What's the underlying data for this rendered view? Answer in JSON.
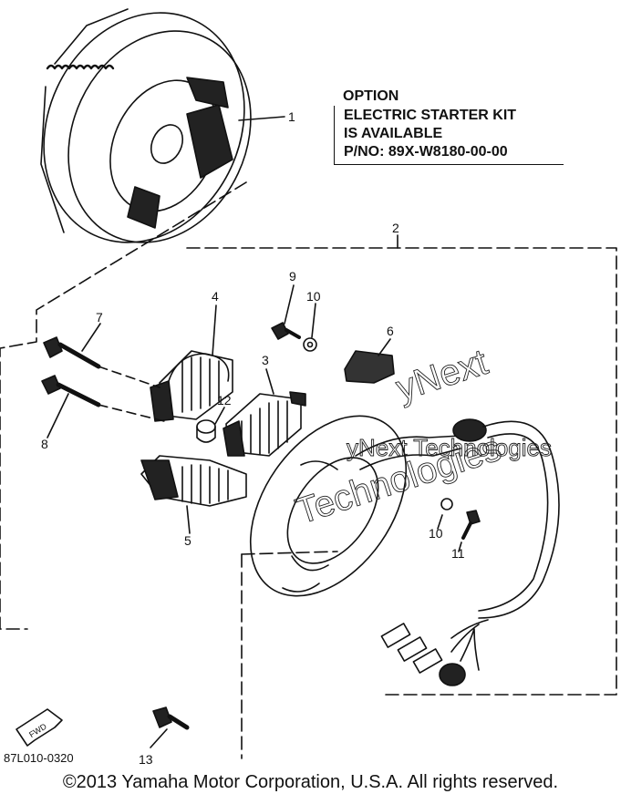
{
  "option_note": {
    "title": "OPTION",
    "lines": [
      "ELECTRIC STARTER KIT",
      "IS AVAILABLE",
      "P/NO: 89X-W8180-00-00"
    ]
  },
  "callouts": [
    "1",
    "2",
    "3",
    "4",
    "5",
    "6",
    "7",
    "8",
    "9",
    "10",
    "10",
    "11",
    "12",
    "13"
  ],
  "fwd_label": "FWD",
  "drawing_code": "87L010-0320",
  "watermark_lines": [
    "yNext Technologies",
    "yNext",
    "Technologies"
  ],
  "copyright": "©2013 Yamaha Motor Corporation, U.S.A. All rights reserved."
}
